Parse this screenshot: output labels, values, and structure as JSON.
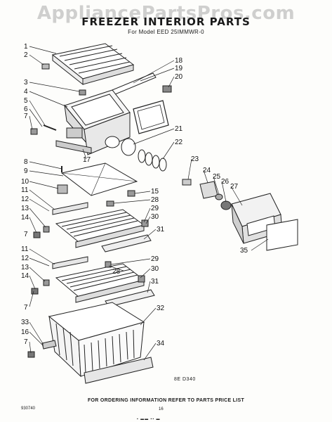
{
  "header": {
    "watermark": "AppliancePartsPros.com",
    "title": "FREEZER INTERIOR PARTS",
    "model": "For Model EED 25IMMWR-0"
  },
  "callouts": [
    "1",
    "2",
    "3",
    "4",
    "5",
    "6",
    "7",
    "8",
    "9",
    "10",
    "11",
    "12",
    "13",
    "14",
    "7",
    "11",
    "12",
    "13",
    "14",
    "7",
    "33",
    "16",
    "7",
    "18",
    "19",
    "20",
    "21",
    "22",
    "23",
    "24",
    "25",
    "26",
    "27",
    "35",
    "15",
    "28",
    "29",
    "30",
    "31",
    "29",
    "28",
    "30",
    "31",
    "32",
    "34",
    "17"
  ],
  "footer": {
    "code": "8E D340",
    "note": "FOR ORDERING INFORMATION REFER TO PARTS PRICE LIST",
    "page": "16",
    "corner": "930740",
    "foot": "▪ ▬▬ ▪▪ ▬"
  }
}
